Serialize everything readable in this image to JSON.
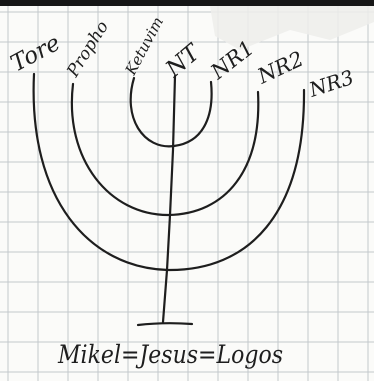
{
  "labels": {
    "tore": "Tore",
    "proph": "Propho",
    "ketuvim": "Ketuvim",
    "nt": "NT",
    "nr1": "NR1",
    "nr2": "NR2",
    "nr3": "NR3"
  },
  "footer": "Mikel=Jesus=Logos",
  "colors": {
    "paper": "#fbfbf9",
    "grid": "#c3c8cc",
    "ink": "#1e1e1e"
  }
}
